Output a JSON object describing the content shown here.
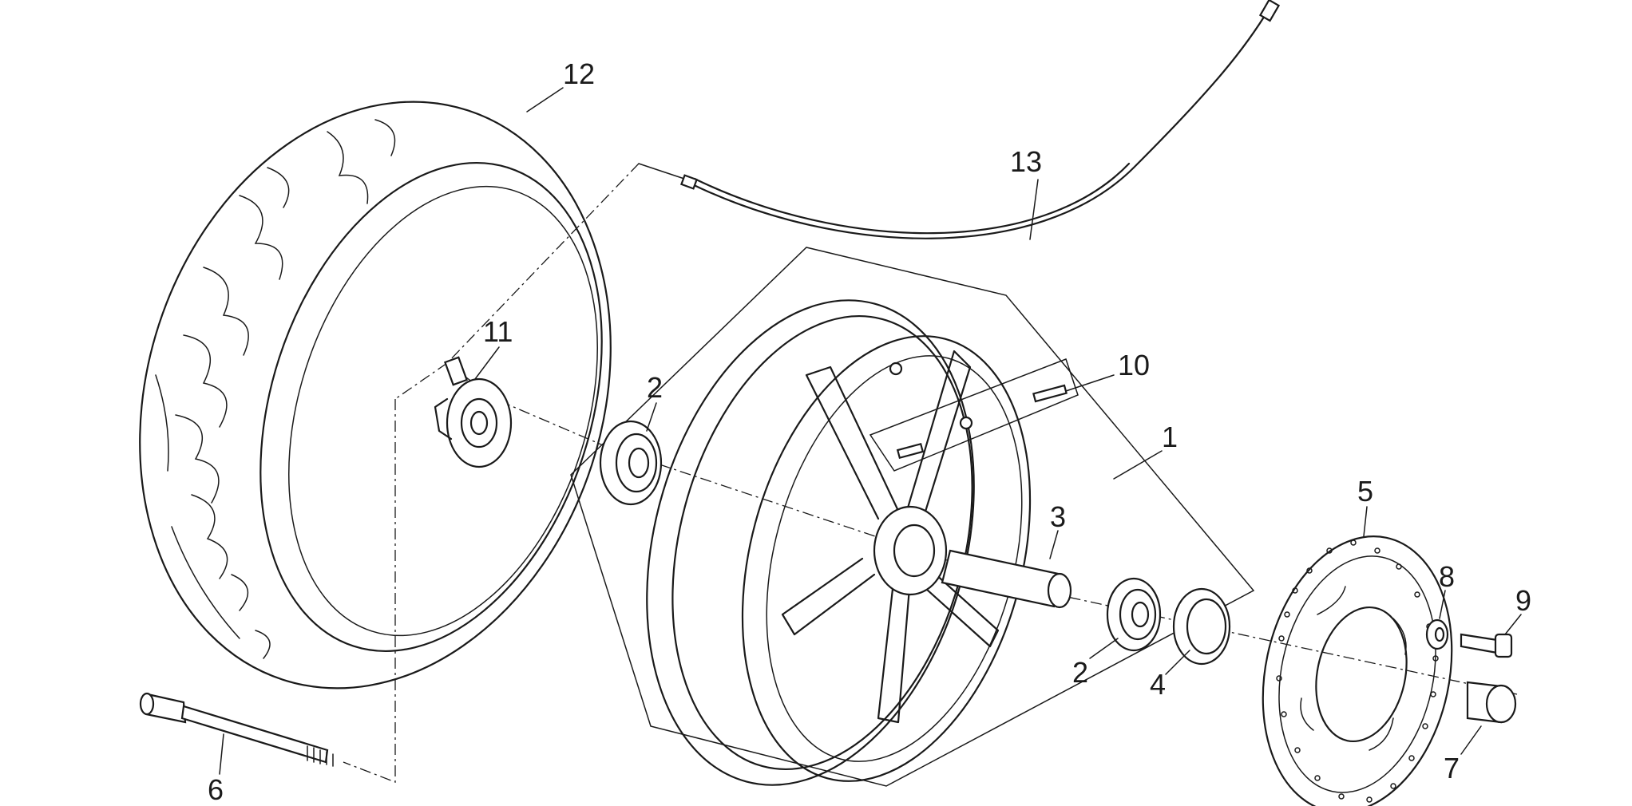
{
  "callouts": [
    {
      "id": "c12",
      "label": "12"
    },
    {
      "id": "c13",
      "label": "13"
    },
    {
      "id": "c11",
      "label": "11"
    },
    {
      "id": "c10",
      "label": "10"
    },
    {
      "id": "c2a",
      "label": "2"
    },
    {
      "id": "c1",
      "label": "1"
    },
    {
      "id": "c3",
      "label": "3"
    },
    {
      "id": "c5",
      "label": "5"
    },
    {
      "id": "c8",
      "label": "8"
    },
    {
      "id": "c9",
      "label": "9"
    },
    {
      "id": "c2b",
      "label": "2"
    },
    {
      "id": "c4",
      "label": "4"
    },
    {
      "id": "c7",
      "label": "7"
    },
    {
      "id": "c6",
      "label": "6"
    }
  ]
}
